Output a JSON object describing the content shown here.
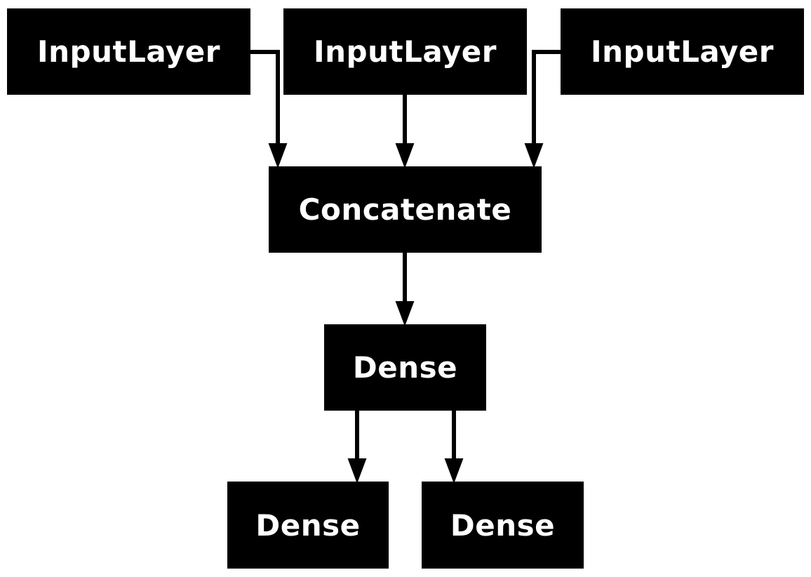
{
  "diagram": {
    "nodes": [
      {
        "id": "input-1",
        "label": "InputLayer"
      },
      {
        "id": "input-2",
        "label": "InputLayer"
      },
      {
        "id": "input-3",
        "label": "InputLayer"
      },
      {
        "id": "concat",
        "label": "Concatenate"
      },
      {
        "id": "dense-1",
        "label": "Dense"
      },
      {
        "id": "dense-2",
        "label": "Dense"
      },
      {
        "id": "dense-3",
        "label": "Dense"
      }
    ],
    "edges": [
      {
        "from": "input-1",
        "to": "concat"
      },
      {
        "from": "input-2",
        "to": "concat"
      },
      {
        "from": "input-3",
        "to": "concat"
      },
      {
        "from": "concat",
        "to": "dense-1"
      },
      {
        "from": "dense-1",
        "to": "dense-2"
      },
      {
        "from": "dense-1",
        "to": "dense-3"
      }
    ],
    "colors": {
      "node_fill": "#000000",
      "node_text": "#ffffff",
      "edge": "#000000",
      "background": "#ffffff"
    }
  }
}
